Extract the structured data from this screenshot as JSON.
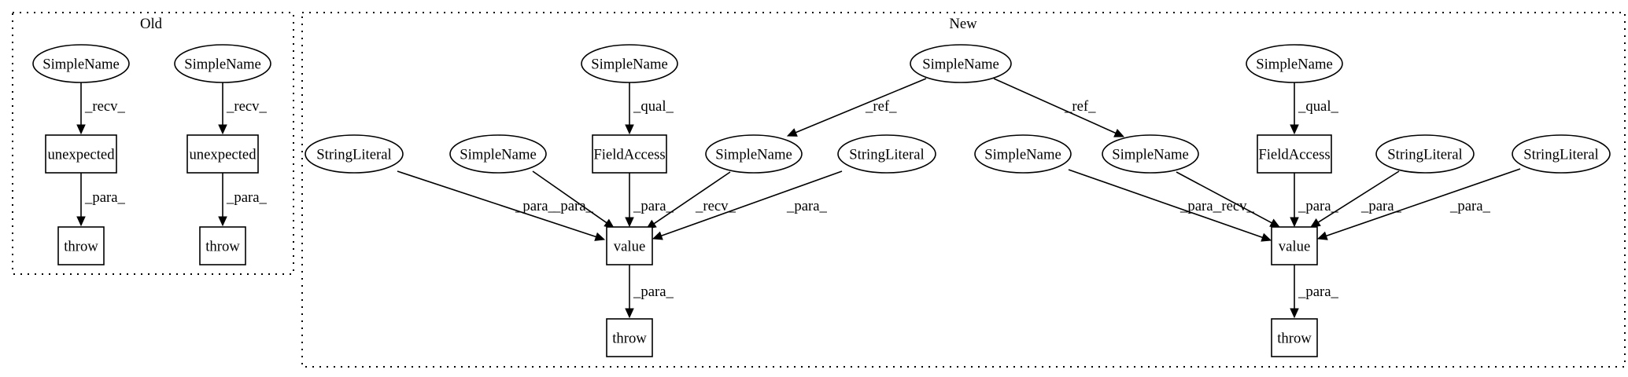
{
  "diagram": {
    "clusters": [
      {
        "id": "old",
        "label": "Old"
      },
      {
        "id": "new",
        "label": "New"
      }
    ],
    "nodes": [
      {
        "id": "o_sn1",
        "shape": "ellipse",
        "label": "SimpleName"
      },
      {
        "id": "o_sn2",
        "shape": "ellipse",
        "label": "SimpleName"
      },
      {
        "id": "o_un1",
        "shape": "box",
        "label": "unexpected"
      },
      {
        "id": "o_un2",
        "shape": "box",
        "label": "unexpected"
      },
      {
        "id": "o_th1",
        "shape": "box",
        "label": "throw"
      },
      {
        "id": "o_th2",
        "shape": "box",
        "label": "throw"
      },
      {
        "id": "n_sn_q1",
        "shape": "ellipse",
        "label": "SimpleName"
      },
      {
        "id": "n_sn_top",
        "shape": "ellipse",
        "label": "SimpleName"
      },
      {
        "id": "n_sn_q2",
        "shape": "ellipse",
        "label": "SimpleName"
      },
      {
        "id": "n_sl1",
        "shape": "ellipse",
        "label": "StringLiteral"
      },
      {
        "id": "n_sn_a",
        "shape": "ellipse",
        "label": "SimpleName"
      },
      {
        "id": "n_fa1",
        "shape": "box",
        "label": "FieldAccess"
      },
      {
        "id": "n_sn_b",
        "shape": "ellipse",
        "label": "SimpleName"
      },
      {
        "id": "n_sl2",
        "shape": "ellipse",
        "label": "StringLiteral"
      },
      {
        "id": "n_sn_c",
        "shape": "ellipse",
        "label": "SimpleName"
      },
      {
        "id": "n_sn_d",
        "shape": "ellipse",
        "label": "SimpleName"
      },
      {
        "id": "n_fa2",
        "shape": "box",
        "label": "FieldAccess"
      },
      {
        "id": "n_sl3",
        "shape": "ellipse",
        "label": "StringLiteral"
      },
      {
        "id": "n_sl4",
        "shape": "ellipse",
        "label": "StringLiteral"
      },
      {
        "id": "n_val1",
        "shape": "box",
        "label": "value"
      },
      {
        "id": "n_val2",
        "shape": "box",
        "label": "value"
      },
      {
        "id": "n_th1",
        "shape": "box",
        "label": "throw"
      },
      {
        "id": "n_th2",
        "shape": "box",
        "label": "throw"
      }
    ],
    "edges": [
      {
        "from": "o_sn1",
        "to": "o_un1",
        "label": "_recv_"
      },
      {
        "from": "o_sn2",
        "to": "o_un2",
        "label": "_recv_"
      },
      {
        "from": "o_un1",
        "to": "o_th1",
        "label": "_para_"
      },
      {
        "from": "o_un2",
        "to": "o_th2",
        "label": "_para_"
      },
      {
        "from": "n_sn_q1",
        "to": "n_fa1",
        "label": "_qual_"
      },
      {
        "from": "n_sn_q2",
        "to": "n_fa2",
        "label": "_qual_"
      },
      {
        "from": "n_sn_top",
        "to": "n_sn_b",
        "label": "_ref_"
      },
      {
        "from": "n_sn_top",
        "to": "n_sn_d",
        "label": "_ref_"
      },
      {
        "from": "n_sl1",
        "to": "n_val1",
        "label": "_para_"
      },
      {
        "from": "n_sn_a",
        "to": "n_val1",
        "label": "_para_"
      },
      {
        "from": "n_fa1",
        "to": "n_val1",
        "label": "_para_"
      },
      {
        "from": "n_sn_b",
        "to": "n_val1",
        "label": "_recv_"
      },
      {
        "from": "n_sl2",
        "to": "n_val1",
        "label": "_para_"
      },
      {
        "from": "n_sn_c",
        "to": "n_val2",
        "label": "_para_"
      },
      {
        "from": "n_sn_d",
        "to": "n_val2",
        "label": "_recv_"
      },
      {
        "from": "n_fa2",
        "to": "n_val2",
        "label": "_para_"
      },
      {
        "from": "n_sl3",
        "to": "n_val2",
        "label": "_para_"
      },
      {
        "from": "n_sl4",
        "to": "n_val2",
        "label": "_para_"
      },
      {
        "from": "n_val1",
        "to": "n_th1",
        "label": "_para_"
      },
      {
        "from": "n_val2",
        "to": "n_th2",
        "label": "_para_"
      }
    ]
  }
}
